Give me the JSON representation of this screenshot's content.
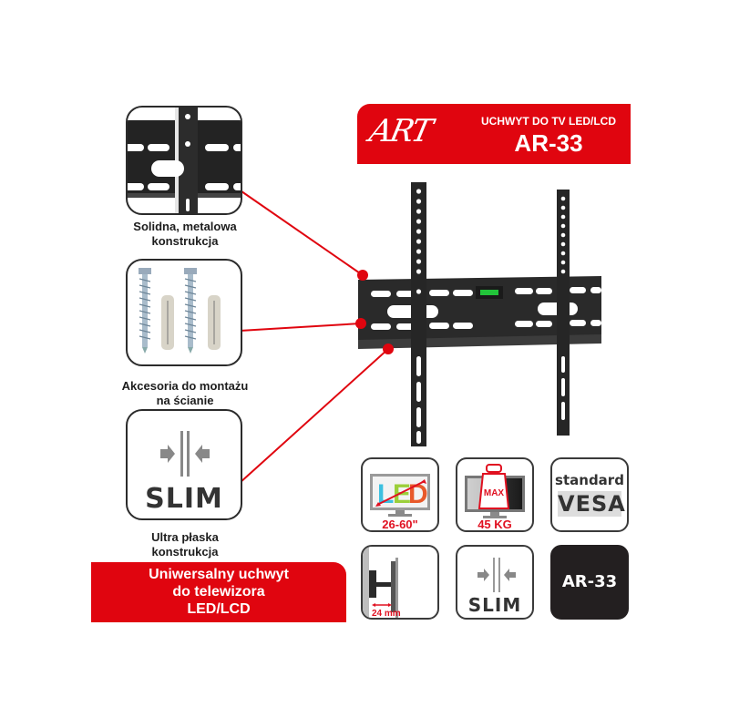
{
  "header": {
    "brand": "ART",
    "subtitle": "UCHWYT DO TV LED/LCD",
    "model": "AR-33"
  },
  "features": [
    {
      "caption_line1": "Solidna, metalowa",
      "caption_line2": "konstrukcja",
      "icon": "metal-bracket-closeup"
    },
    {
      "caption_line1": "Akcesoria do montażu",
      "caption_line2": "na ścianie",
      "icon": "screws-and-wall-plugs"
    },
    {
      "caption_line1": "Ultra płaska",
      "caption_line2": "konstrukcja",
      "icon": "slim-icon",
      "icon_text": "SLIM"
    }
  ],
  "bottom_banner": {
    "line1": "Uniwersalny uchwyt",
    "line2": "do telewizora",
    "line3": "LED/LCD"
  },
  "spec_icons": [
    {
      "name": "screen-size",
      "label": "26-60\"",
      "inner_text": "LED"
    },
    {
      "name": "max-load",
      "label": "45 KG",
      "inner_text": "MAX"
    },
    {
      "name": "vesa",
      "line1": "standard",
      "line2": "VESA"
    },
    {
      "name": "wall-distance",
      "label": "24 mm"
    },
    {
      "name": "slim",
      "label": "SLIM"
    },
    {
      "name": "model",
      "label": "AR-33"
    }
  ],
  "colors": {
    "brand_red": "#e0050f",
    "label_red": "#e01020",
    "dark": "#2b2b2b"
  }
}
